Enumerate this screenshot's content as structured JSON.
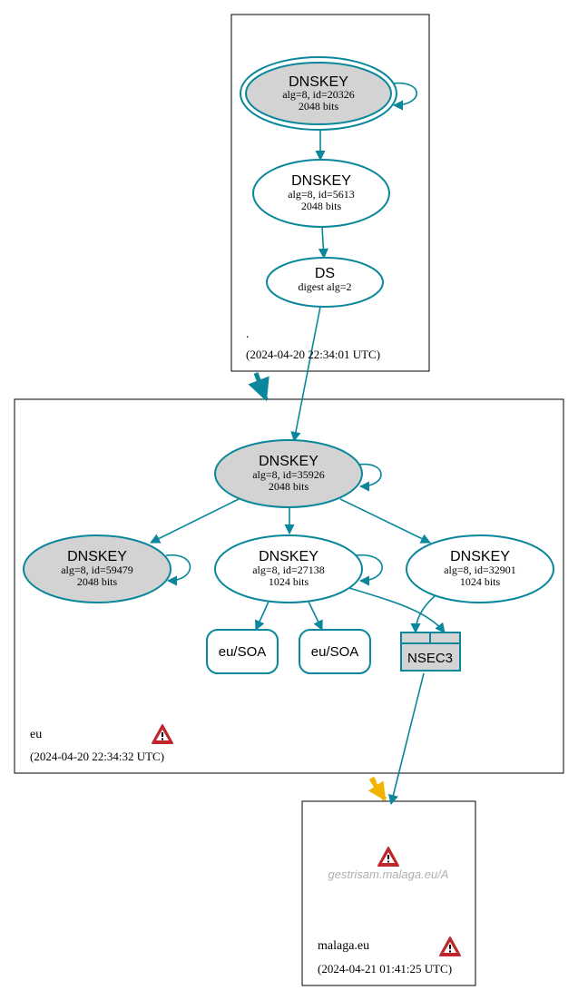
{
  "zones": {
    "root": {
      "name": ".",
      "timestamp": "(2024-04-20 22:34:01 UTC)"
    },
    "eu": {
      "name": "eu",
      "timestamp": "(2024-04-20 22:34:32 UTC)"
    },
    "malaga": {
      "name": "malaga.eu",
      "timestamp": "(2024-04-21 01:41:25 UTC)"
    }
  },
  "nodes": {
    "root_ksk": {
      "title": "DNSKEY",
      "detail": "alg=8, id=20326",
      "bits": "2048 bits"
    },
    "root_zsk": {
      "title": "DNSKEY",
      "detail": "alg=8, id=5613",
      "bits": "2048 bits"
    },
    "eu_ds": {
      "title": "DS",
      "detail": "digest alg=2"
    },
    "eu_ksk": {
      "title": "DNSKEY",
      "detail": "alg=8, id=35926",
      "bits": "2048 bits"
    },
    "eu_key_59479": {
      "title": "DNSKEY",
      "detail": "alg=8, id=59479",
      "bits": "2048 bits"
    },
    "eu_key_27138": {
      "title": "DNSKEY",
      "detail": "alg=8, id=27138",
      "bits": "1024 bits"
    },
    "eu_key_32901": {
      "title": "DNSKEY",
      "detail": "alg=8, id=32901",
      "bits": "1024 bits"
    },
    "eu_soa_1": {
      "label": "eu/SOA"
    },
    "eu_soa_2": {
      "label": "eu/SOA"
    },
    "nsec3": {
      "label": "NSEC3"
    },
    "query": {
      "label": "gestrisam.malaga.eu/A"
    }
  },
  "colors": {
    "edge": "#0a879a",
    "ksk_fill": "#d3d3d3",
    "warning": "#c0272d",
    "insecure_arrow": "#f0b400"
  },
  "icons": [
    "warning-icon"
  ]
}
